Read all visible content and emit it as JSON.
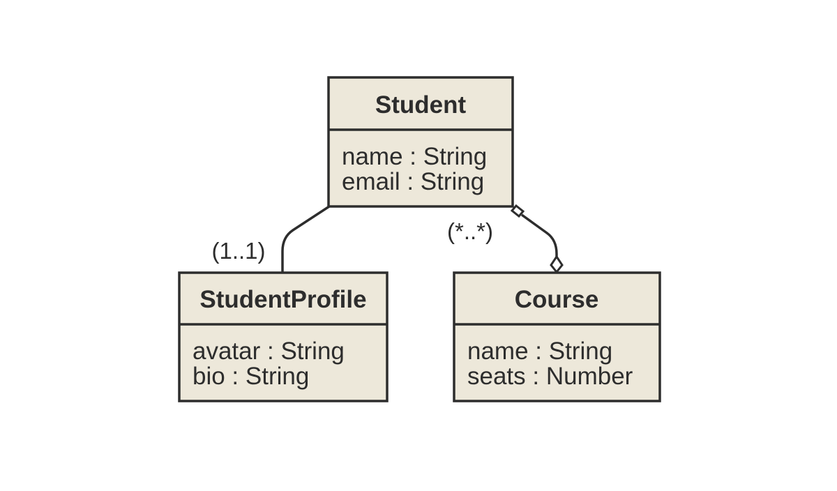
{
  "classes": {
    "student": {
      "name": "Student",
      "attributes": [
        "name : String",
        "email : String"
      ]
    },
    "student_profile": {
      "name": "StudentProfile",
      "attributes": [
        "avatar : String",
        "bio : String"
      ]
    },
    "course": {
      "name": "Course",
      "attributes": [
        "name : String",
        "seats : Number"
      ]
    }
  },
  "relations": {
    "student_profile": {
      "from": "Student",
      "to": "StudentProfile",
      "kind": "association",
      "multiplicity": "(1..1)"
    },
    "student_course": {
      "from": "Student",
      "to": "Course",
      "kind": "aggregation",
      "multiplicity": "(*..*)"
    }
  },
  "colors": {
    "box_fill": "#ede8da",
    "stroke": "#2d2d2d",
    "text": "#2d2d2d",
    "background": "#ffffff"
  }
}
